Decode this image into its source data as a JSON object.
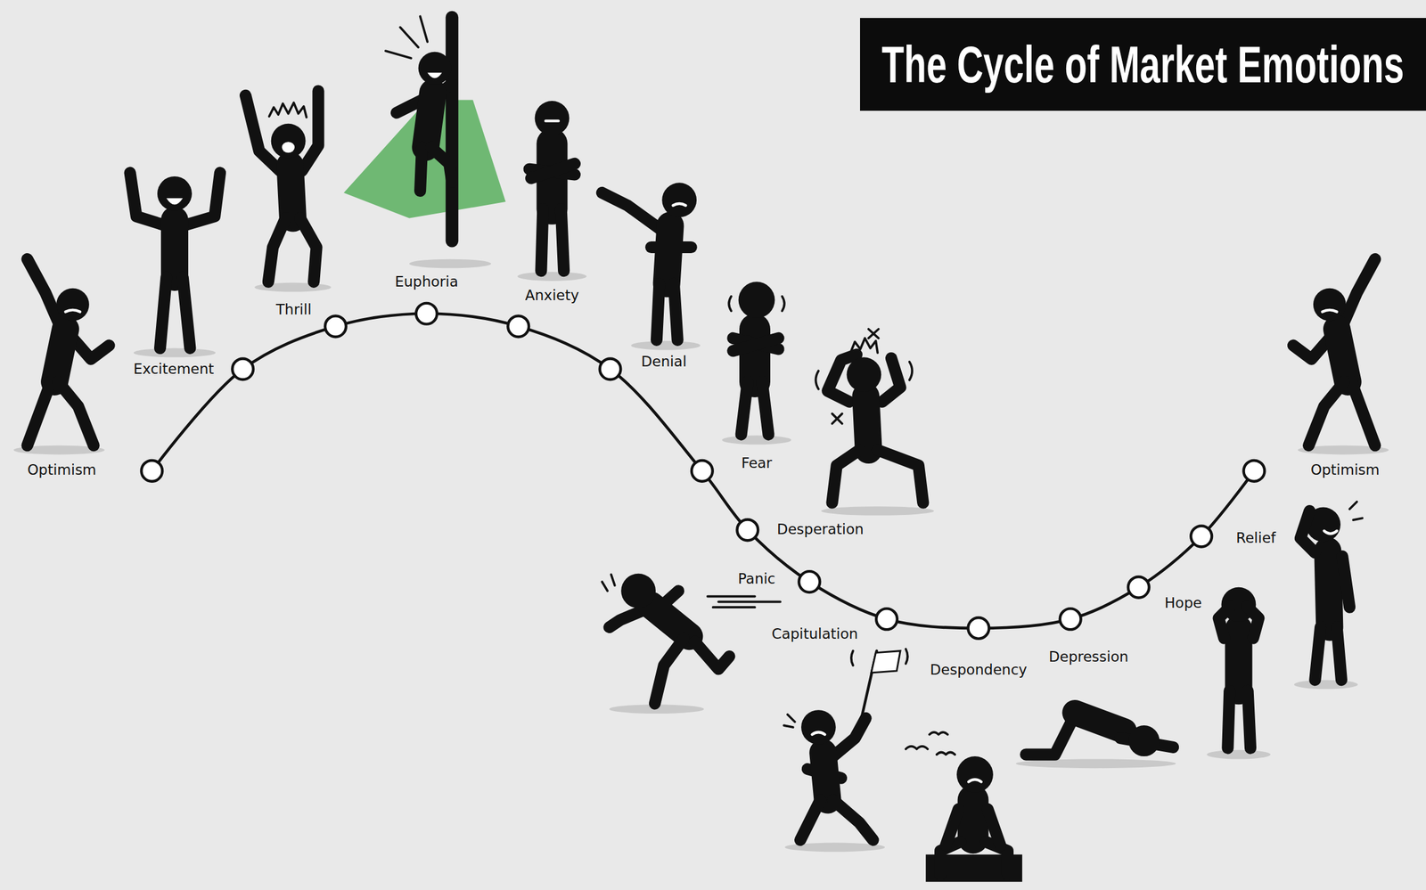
{
  "diagram": {
    "title": "The Cycle of Market Emotions",
    "labels": [
      "Optimism",
      "Excitement",
      "Thrill",
      "Euphoria",
      "Anxiety",
      "Denial",
      "Fear",
      "Desperation",
      "Panic",
      "Capitulation",
      "Despondency",
      "Depression",
      "Hope",
      "Relief",
      "Optimism"
    ]
  }
}
